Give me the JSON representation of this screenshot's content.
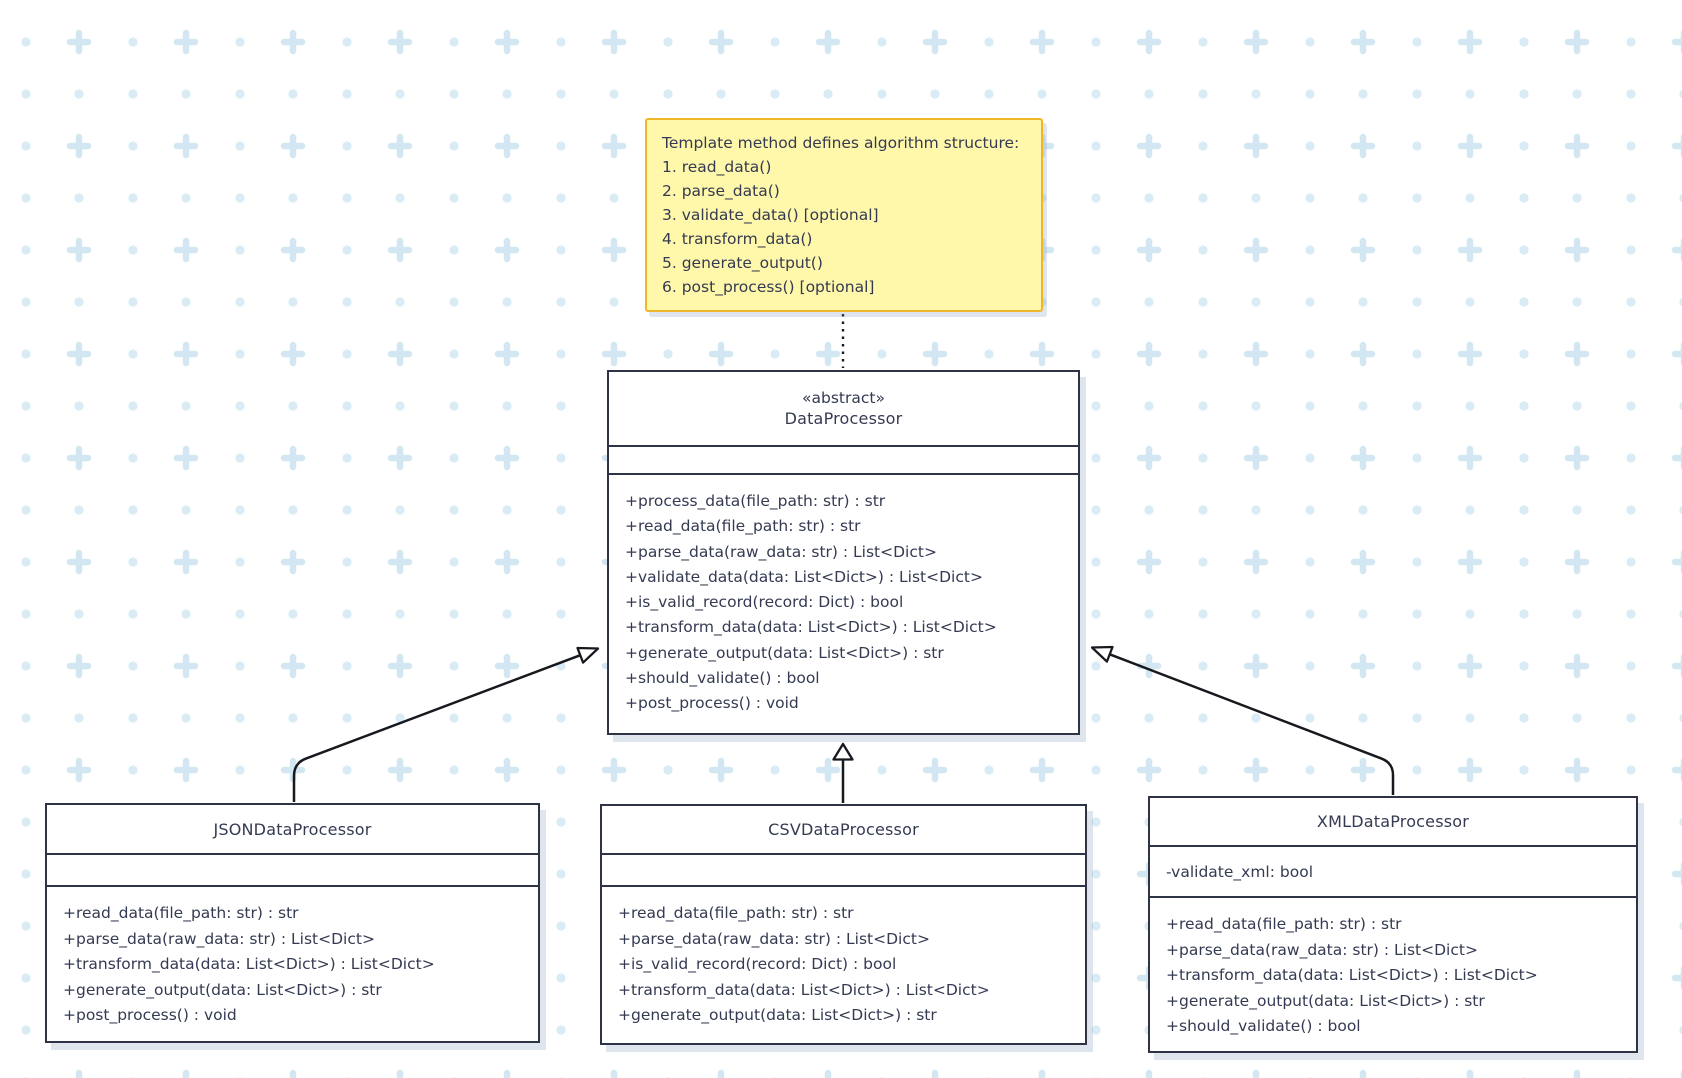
{
  "colors": {
    "ink": "#2e3346",
    "text": "#343a52",
    "arrow": "#17191f",
    "note_fill": "#fff8ab",
    "note_border": "#f0b62a",
    "pattern_plus": "#d3e7f2",
    "pattern_dot": "#d9ebf4",
    "box_fill": "#ffffff",
    "shadow": "rgba(125,150,180,0.25)"
  },
  "note": {
    "title": "Template method defines algorithm structure:",
    "lines": [
      "1. read_data()",
      "2. parse_data()",
      "3. validate_data() [optional]",
      "4. transform_data()",
      "5. generate_output()",
      "6. post_process() [optional]"
    ]
  },
  "classes": {
    "data_processor": {
      "stereotype": "«abstract»",
      "name": "DataProcessor",
      "attributes": [],
      "methods": [
        "+process_data(file_path: str) : str",
        "+read_data(file_path: str) : str",
        "+parse_data(raw_data: str) : List<Dict>",
        "+validate_data(data: List<Dict>) : List<Dict>",
        "+is_valid_record(record: Dict) : bool",
        "+transform_data(data: List<Dict>) : List<Dict>",
        "+generate_output(data: List<Dict>) : str",
        "+should_validate() : bool",
        "+post_process() : void"
      ]
    },
    "json_processor": {
      "name": "JSONDataProcessor",
      "attributes": [],
      "methods": [
        "+read_data(file_path: str) : str",
        "+parse_data(raw_data: str) : List<Dict>",
        "+transform_data(data: List<Dict>) : List<Dict>",
        "+generate_output(data: List<Dict>) : str",
        "+post_process() : void"
      ]
    },
    "csv_processor": {
      "name": "CSVDataProcessor",
      "attributes": [],
      "methods": [
        "+read_data(file_path: str) : str",
        "+parse_data(raw_data: str) : List<Dict>",
        "+is_valid_record(record: Dict) : bool",
        "+transform_data(data: List<Dict>) : List<Dict>",
        "+generate_output(data: List<Dict>) : str"
      ]
    },
    "xml_processor": {
      "name": "XMLDataProcessor",
      "attributes": [
        "-validate_xml: bool"
      ],
      "methods": [
        "+read_data(file_path: str) : str",
        "+parse_data(raw_data: str) : List<Dict>",
        "+transform_data(data: List<Dict>) : List<Dict>",
        "+generate_output(data: List<Dict>) : str",
        "+should_validate() : bool"
      ]
    }
  },
  "relations": [
    {
      "from": "JSONDataProcessor",
      "to": "DataProcessor",
      "type": "inheritance"
    },
    {
      "from": "CSVDataProcessor",
      "to": "DataProcessor",
      "type": "inheritance"
    },
    {
      "from": "XMLDataProcessor",
      "to": "DataProcessor",
      "type": "inheritance"
    },
    {
      "from": "note",
      "to": "DataProcessor",
      "type": "note-link"
    }
  ]
}
